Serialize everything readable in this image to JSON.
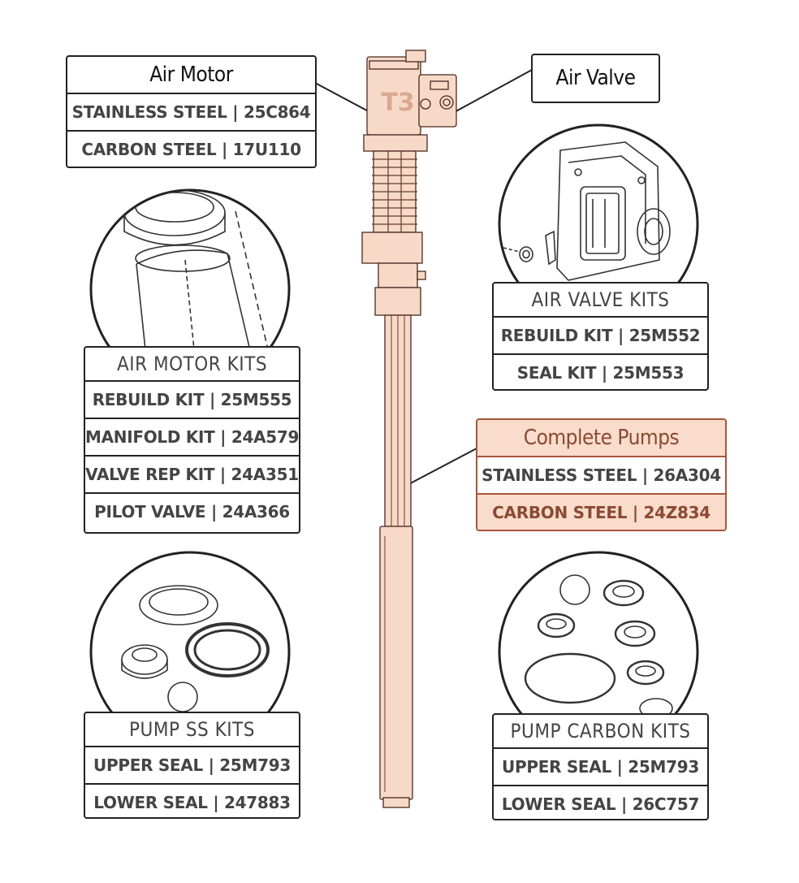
{
  "colors": {
    "accent_fill": "#f9dccb",
    "accent_line": "#a8553a",
    "line": "#222222"
  },
  "pump_mark": "T3",
  "air_motor": {
    "title": "Air Motor",
    "rows": [
      "STAINLESS STEEL | 25C864",
      "CARBON STEEL | 17U110"
    ]
  },
  "air_valve": {
    "title": "Air Valve"
  },
  "air_valve_kits": {
    "title": "AIR VALVE KITS",
    "rows": [
      "REBUILD KIT | 25M552",
      "SEAL KIT | 25M553"
    ]
  },
  "air_motor_kits": {
    "title": "AIR MOTOR KITS",
    "rows": [
      "REBUILD KIT | 25M555",
      "MANIFOLD KIT | 24A579",
      "VALVE REP KIT | 24A351",
      "PILOT VALVE | 24A366"
    ]
  },
  "complete_pumps": {
    "title": "Complete Pumps",
    "rows": [
      "STAINLESS STEEL | 26A304",
      "CARBON STEEL | 24Z834"
    ]
  },
  "pump_ss_kits": {
    "title": "PUMP SS KITS",
    "rows": [
      "UPPER SEAL | 25M793",
      "LOWER SEAL | 247883"
    ]
  },
  "pump_carbon_kits": {
    "title": "PUMP CARBON KITS",
    "rows": [
      "UPPER SEAL | 25M793",
      "LOWER SEAL | 26C757"
    ]
  }
}
